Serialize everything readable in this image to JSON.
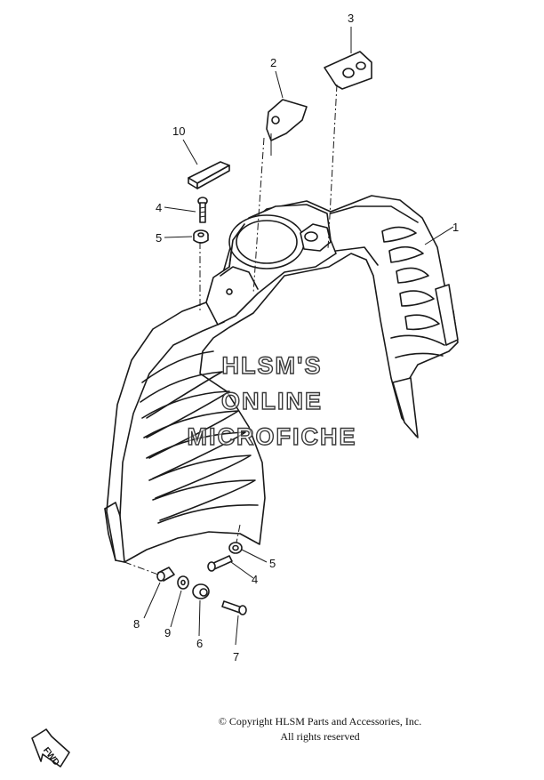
{
  "callouts": [
    {
      "id": "1",
      "label": "1"
    },
    {
      "id": "2",
      "label": "2"
    },
    {
      "id": "3",
      "label": "3"
    },
    {
      "id": "4a",
      "label": "4"
    },
    {
      "id": "4b",
      "label": "4"
    },
    {
      "id": "5a",
      "label": "5"
    },
    {
      "id": "5b",
      "label": "5"
    },
    {
      "id": "6",
      "label": "6"
    },
    {
      "id": "7",
      "label": "7"
    },
    {
      "id": "8",
      "label": "8"
    },
    {
      "id": "9",
      "label": "9"
    },
    {
      "id": "10",
      "label": "10"
    }
  ],
  "watermark": {
    "line1": "HLSM'S",
    "line2": "ONLINE",
    "line3": "MICROFICHE"
  },
  "copyright": {
    "line1": "© Copyright HLSM Parts and Accessories, Inc.",
    "line2": "All rights reserved"
  },
  "direction_arrow": {
    "label": "FWD",
    "icon": "forward-arrow-icon"
  },
  "colors": {
    "ink": "#1a1a1a",
    "background": "#ffffff"
  }
}
